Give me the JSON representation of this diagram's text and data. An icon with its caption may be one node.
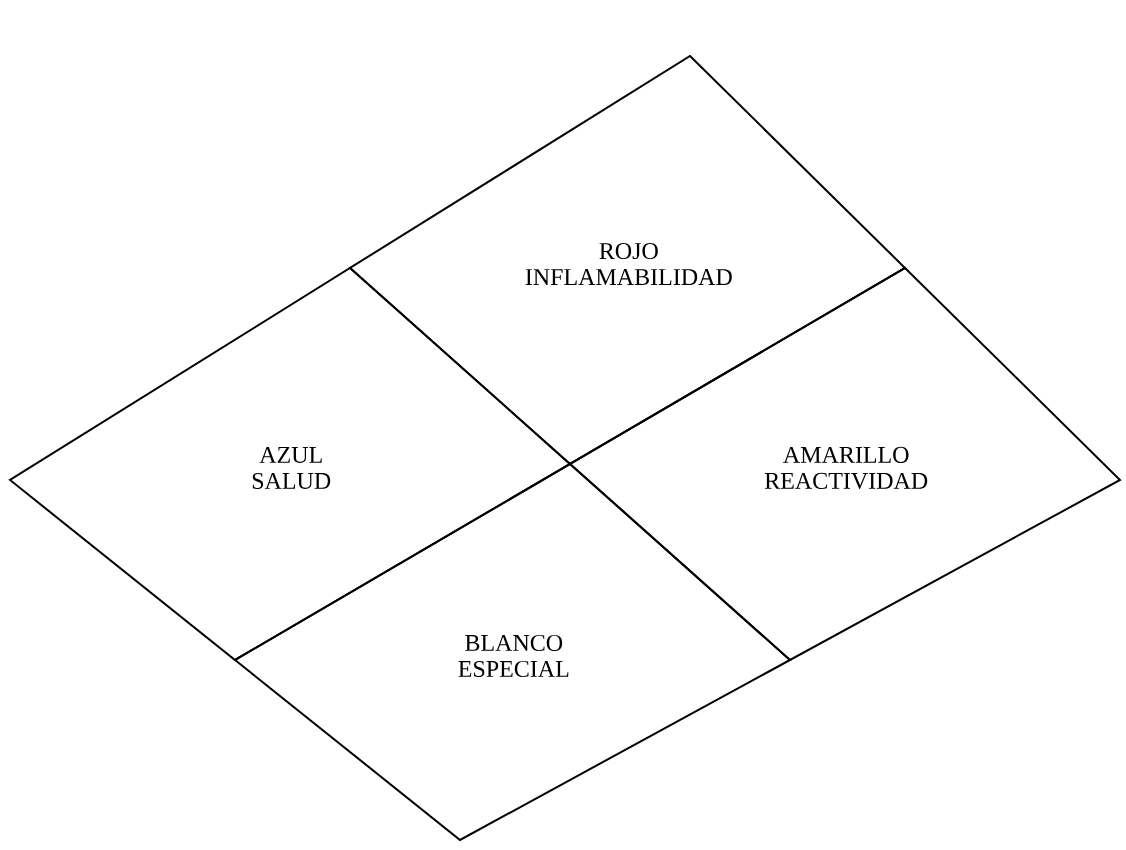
{
  "diagram": {
    "nodes": [
      {
        "text": [
          "ROJO",
          "INFLAMABILIDAD"
        ]
      },
      {
        "text": [
          "AZUL",
          "SALUD"
        ]
      },
      {
        "text": [
          "AMARILLO",
          "REACTIVIDAD"
        ]
      },
      {
        "text": [
          "BLANCO",
          "ESPECIAL"
        ]
      }
    ]
  }
}
